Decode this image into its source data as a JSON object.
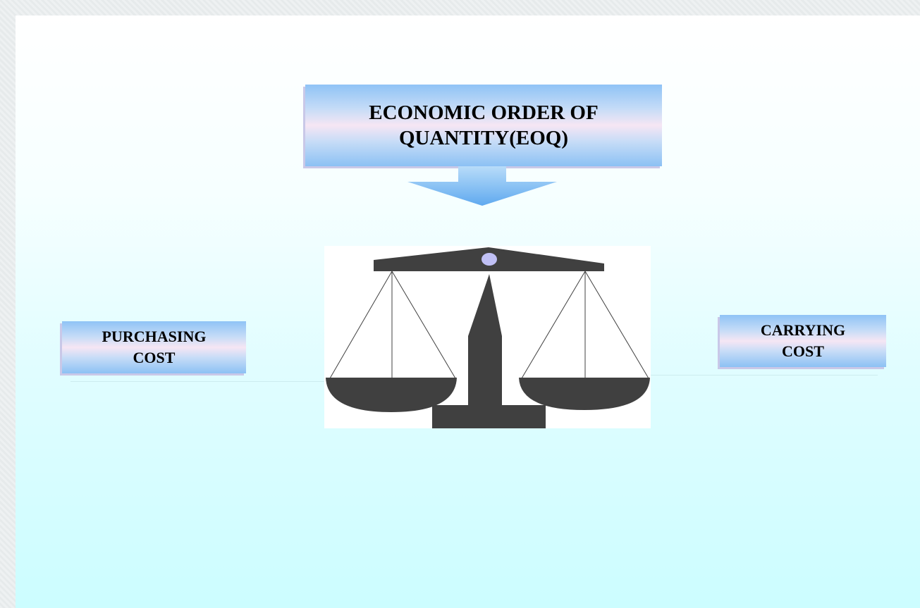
{
  "diagram": {
    "title_line1": "ECONOMIC ORDER OF",
    "title_line2": "QUANTITY(EOQ)",
    "left_line1": "PURCHASING",
    "left_line2": "COST",
    "right_line1": "CARRYING",
    "right_line2": "COST"
  },
  "colors": {
    "box_blue": "#8fc3f6",
    "box_pink": "#f6e6f4",
    "scale_dark": "#404040",
    "pivot": "#c0c0f5",
    "background_bottom": "#ccfdff"
  },
  "icons": {
    "arrow": "down-arrow-icon",
    "scale": "balance-scale-icon"
  }
}
